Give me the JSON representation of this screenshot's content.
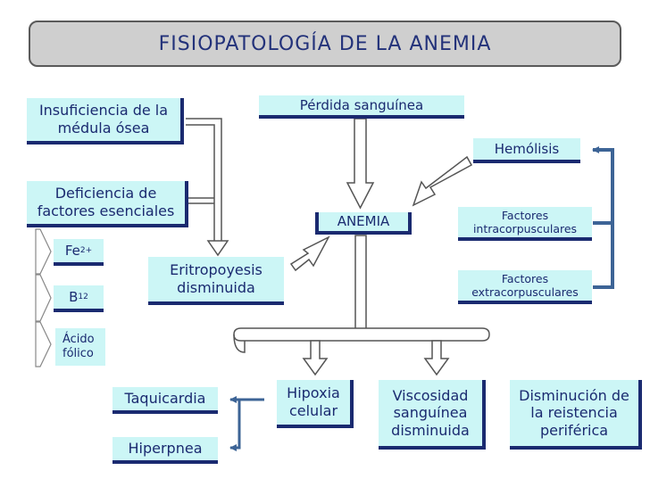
{
  "title": "FISIOPATOLOGÍA DE LA ANEMIA",
  "nodes": {
    "insuficiencia": {
      "line1": "Insuficiencia de la",
      "line2": "médula ósea"
    },
    "deficiencia": {
      "line1": "Deficiencia de",
      "line2": "factores esenciales"
    },
    "fe": {
      "base": "Fe",
      "sup": "2+"
    },
    "b12": {
      "base": "B",
      "sub": "12"
    },
    "acido": {
      "line1": "Ácido",
      "line2": "fólico"
    },
    "eritropoyesis": {
      "line1": "Eritropoyesis",
      "line2": "disminuida"
    },
    "perdida": {
      "text": "Pérdida sanguínea"
    },
    "anemia": {
      "text": "ANEMIA"
    },
    "hemolisis": {
      "text": "Hemólisis"
    },
    "intra": {
      "line1": "Factores",
      "line2": "intracorpusculares"
    },
    "extra": {
      "line1": "Factores",
      "line2": "extracorpusculares"
    },
    "taquicardia": {
      "text": "Taquicardia"
    },
    "hiperpnea": {
      "text": "Hiperpnea"
    },
    "hipoxia": {
      "line1": "Hipoxia",
      "line2": "celular"
    },
    "viscosidad": {
      "line1": "Viscosidad",
      "line2": "sanguínea",
      "line3": "disminuida"
    },
    "disminucion": {
      "line1": "Disminución de",
      "line2": "la reistencia",
      "line3": "periférica"
    }
  },
  "colors": {
    "box_fill": "#ccf6f6",
    "text": "#1a2a70",
    "title_bar": "#cfcfcf",
    "blue_connector": "#3d6496",
    "gray_connector": "#9a9a9a"
  },
  "icons": {
    "flow_arrow": "block-arrow",
    "bracket_arrow": "chevron-connector",
    "bidirectional_branch": "horizontal-scroll-bar"
  }
}
